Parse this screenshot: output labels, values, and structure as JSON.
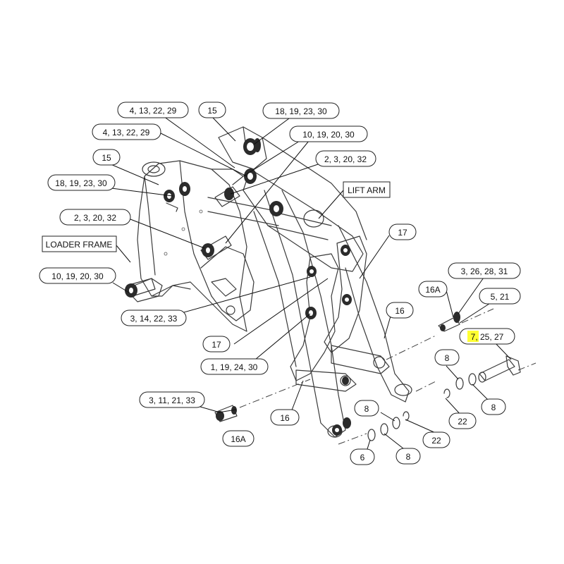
{
  "callouts": [
    {
      "id": "c1",
      "text": "4, 13, 22, 29"
    },
    {
      "id": "c2",
      "text": "15"
    },
    {
      "id": "c3",
      "text": "18, 19, 23, 30"
    },
    {
      "id": "c4",
      "text": "4, 13, 22, 29"
    },
    {
      "id": "c5",
      "text": "10, 19, 20, 30"
    },
    {
      "id": "c6",
      "text": "15"
    },
    {
      "id": "c7",
      "text": "2, 3, 20, 32"
    },
    {
      "id": "c8",
      "text": "18, 19, 23, 30"
    },
    {
      "id": "c9",
      "text": "2, 3, 20, 32"
    },
    {
      "id": "c10",
      "text": "17"
    },
    {
      "id": "c11",
      "text": "10, 19, 20, 30"
    },
    {
      "id": "c12",
      "text": "3, 26, 28, 31"
    },
    {
      "id": "c13",
      "text": "16A"
    },
    {
      "id": "c14",
      "text": "5, 21"
    },
    {
      "id": "c15",
      "text": "16"
    },
    {
      "id": "c16",
      "text": "3, 14, 22, 33"
    },
    {
      "id": "c17",
      "text": "17"
    },
    {
      "id": "c18",
      "text": "7, 25, 27"
    },
    {
      "id": "c19",
      "text": "8"
    },
    {
      "id": "c20",
      "text": "1, 19, 24, 30"
    },
    {
      "id": "c21",
      "text": "3, 11, 21, 33"
    },
    {
      "id": "c22",
      "text": "8"
    },
    {
      "id": "c23",
      "text": "16"
    },
    {
      "id": "c24",
      "text": "22"
    },
    {
      "id": "c25",
      "text": "8"
    },
    {
      "id": "c26",
      "text": "16A"
    },
    {
      "id": "c27",
      "text": "22"
    },
    {
      "id": "c28",
      "text": "6"
    },
    {
      "id": "c29",
      "text": "8"
    }
  ],
  "box_labels": {
    "lift_arm": "LIFT ARM",
    "loader_frame": "LOADER FRAME"
  },
  "colors": {
    "highlight": "#ffff33",
    "line": "#222222"
  }
}
